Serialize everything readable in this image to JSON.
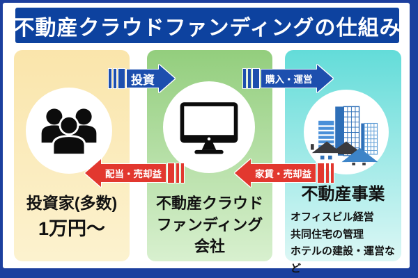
{
  "page": {
    "title": "不動産クラウドファンディングの仕組み"
  },
  "colors": {
    "border_blue": "#1c3f9e",
    "banner_blue": "#0d429f",
    "arrow_blue": "#1d4fae",
    "arrow_red": "#e2382f",
    "panel_yellow": "#fae5ab",
    "panel_green": "#93ce7d",
    "panel_cyan": "#63dcd9"
  },
  "flows": {
    "invest": "投資",
    "purchase": "購入・運営",
    "dividend": "配当・売却益",
    "rent": "家賃・売却益"
  },
  "investors": {
    "icon": "people-group-icon",
    "title": "投資家(多数)",
    "amount": "1万円〜"
  },
  "company": {
    "icon": "computer-monitor-icon",
    "lines": [
      "不動産クラウド",
      "ファンディング",
      "会社"
    ]
  },
  "business": {
    "icon": "buildings-icon",
    "title": "不動産事業",
    "details": [
      "オフィスビル経営",
      "共同住宅の管理",
      "ホテルの建設・運営など"
    ]
  }
}
